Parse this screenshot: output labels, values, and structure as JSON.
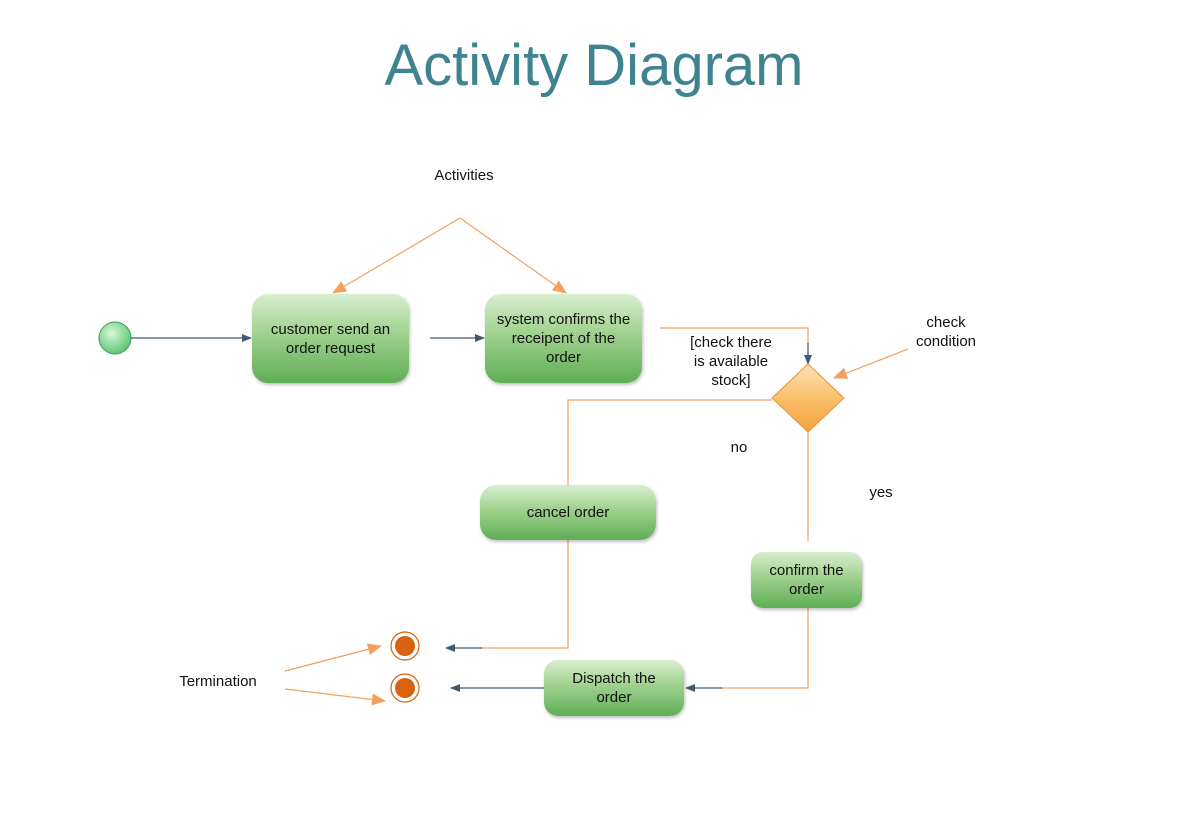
{
  "title": "Activity Diagram",
  "annotations": {
    "activities": "Activities",
    "check_condition": "check\ncondition",
    "termination": "Termination"
  },
  "guards": {
    "check_stock": "[check there\nis available\nstock]",
    "no": "no",
    "yes": "yes"
  },
  "activities": {
    "customer_send_request": "customer send an\norder request",
    "system_confirms": "system confirms the\nreceipent of the\norder",
    "cancel_order": "cancel order",
    "confirm_order": "confirm the\norder",
    "dispatch_order": "Dispatch the\norder"
  },
  "colors": {
    "title": "#3f8391",
    "flow_line": "#3d5a70",
    "annotation_line": "#f0a060",
    "activity_fill": "#7cc06e",
    "decision_fill": "#f8b85a",
    "start_node": "#6fd17e",
    "end_node": "#d9620e"
  }
}
